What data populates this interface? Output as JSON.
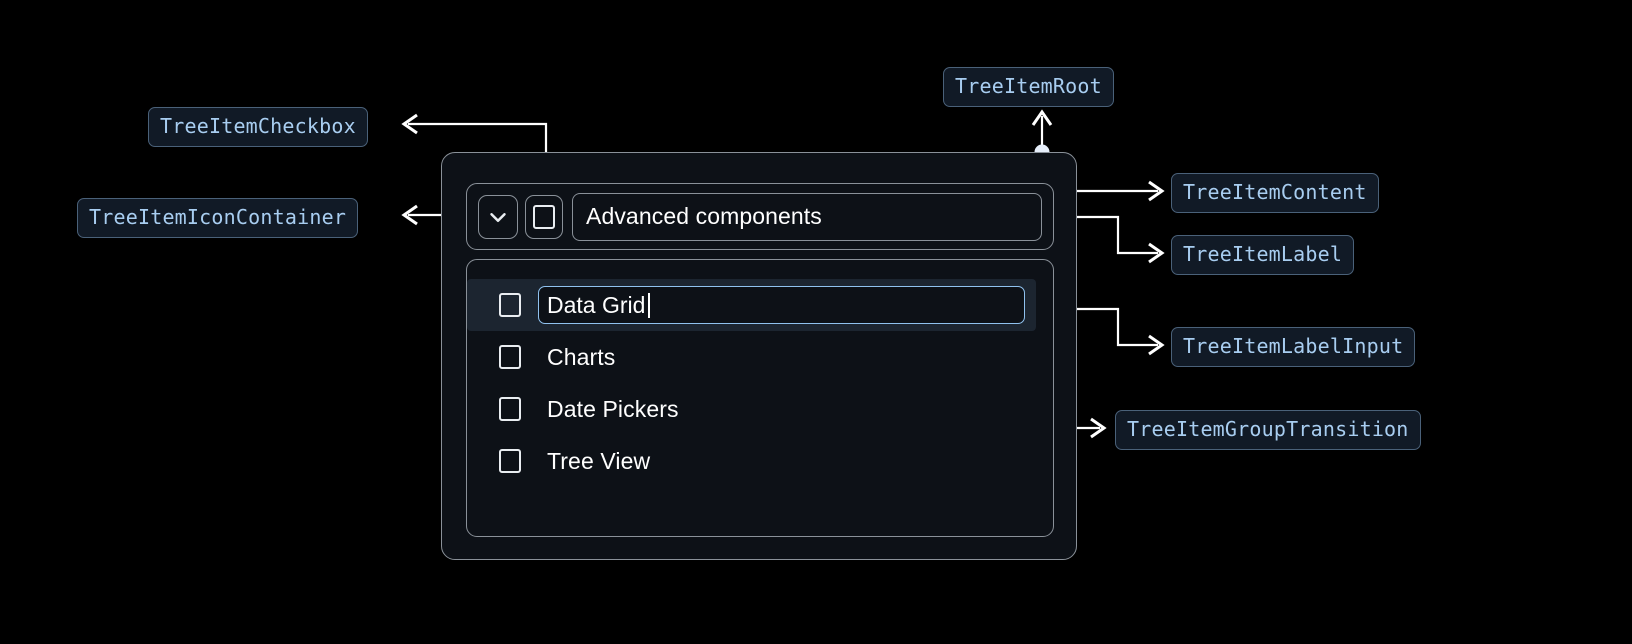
{
  "page": {
    "background": "#000000",
    "accent_blue": "#a8cdf0",
    "input_border": "#90c2ef",
    "border_gray": "#8a9199",
    "panel_bg": "#0d1117",
    "selected_row_bg": "#1c2530",
    "badge_bg": "#111a26",
    "badge_border": "#4a6179"
  },
  "annotations": [
    {
      "id": "tree-item-checkbox",
      "label": "TreeItemCheckbox"
    },
    {
      "id": "tree-item-icon-container",
      "label": "TreeItemIconContainer"
    },
    {
      "id": "tree-item-root",
      "label": "TreeItemRoot"
    },
    {
      "id": "tree-item-content",
      "label": "TreeItemContent"
    },
    {
      "id": "tree-item-label",
      "label": "TreeItemLabel"
    },
    {
      "id": "tree-item-label-input",
      "label": "TreeItemLabelInput"
    },
    {
      "id": "tree-item-group-transition",
      "label": "TreeItemGroupTransition"
    }
  ],
  "tree": {
    "icon": "chevron-down-icon",
    "header_checkbox_checked": false,
    "header_label": "Advanced components",
    "children": [
      {
        "label": "Data Grid",
        "checked": false,
        "editing": true,
        "selected": true
      },
      {
        "label": "Charts",
        "checked": false,
        "editing": false,
        "selected": false
      },
      {
        "label": "Date Pickers",
        "checked": false,
        "editing": false,
        "selected": false
      },
      {
        "label": "Tree View",
        "checked": false,
        "editing": false,
        "selected": false
      }
    ]
  }
}
